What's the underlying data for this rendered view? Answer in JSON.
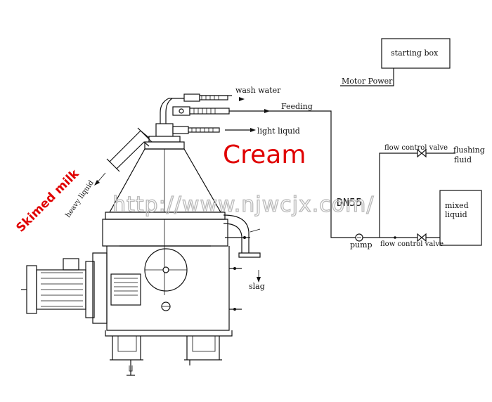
{
  "labels": {
    "starting_box": "starting box",
    "motor_power": "Motor Power",
    "wash_water": "wash water",
    "feeding": "Feeding",
    "light_liquid": "light liquid",
    "cream": "Cream",
    "skimed_milk": "Skimed milk",
    "heavy_liquid": "heavy liquid",
    "watermark": "http://www.njwcjx.com/",
    "dn55": "DN55",
    "flow_control_valve_top": "flow control valve",
    "flushing": "flushing",
    "fluid": "fluid",
    "mixed": "mixed",
    "liquid": "liquid",
    "pump": "pump",
    "flow_control_valve_bottom": "flow control valve",
    "slag": "slag"
  },
  "colors": {
    "annotation_red": "#e00000",
    "line": "#111111",
    "watermark": "#b8b8b8"
  }
}
